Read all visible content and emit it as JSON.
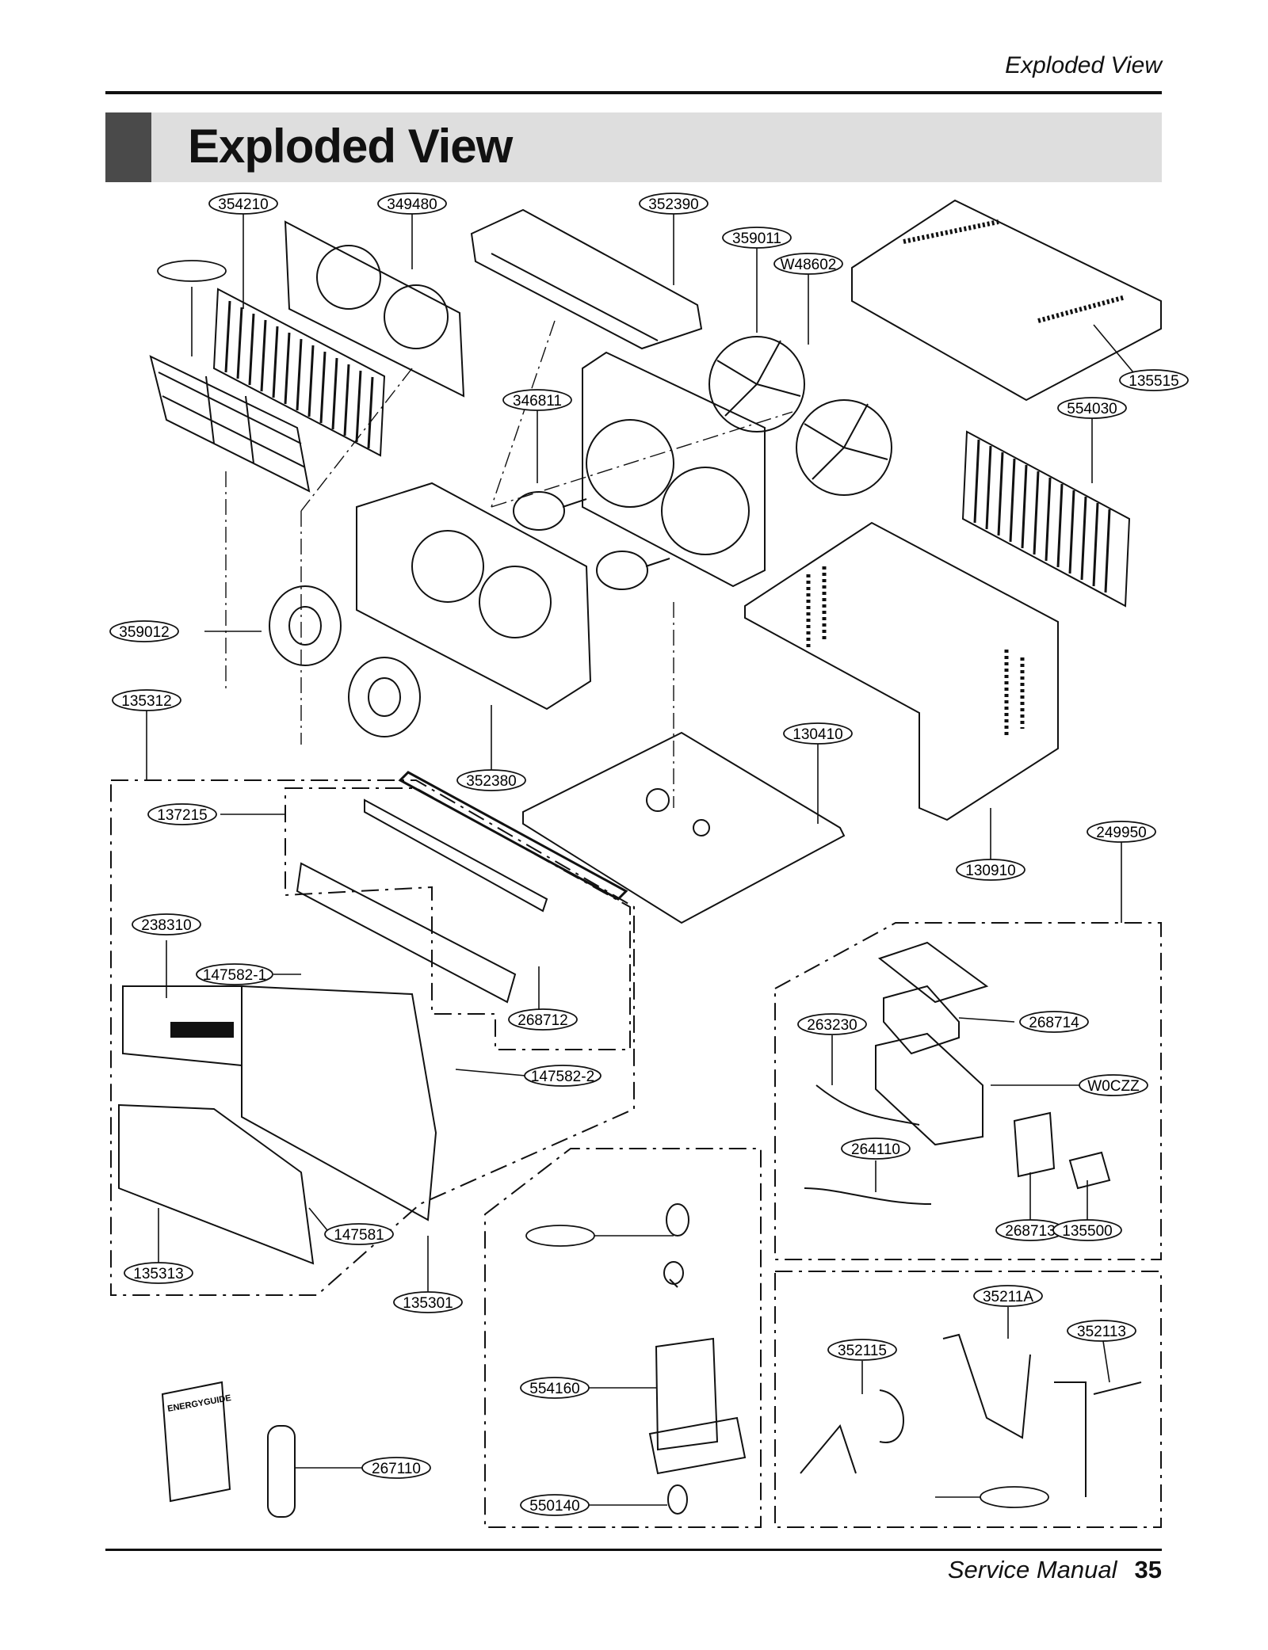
{
  "header": {
    "running_title": "Exploded View"
  },
  "page_title": "Exploded View",
  "part_labels": [
    {
      "id": "354210",
      "text": "354210"
    },
    {
      "id": "349480",
      "text": "349480"
    },
    {
      "id": "352390",
      "text": "352390"
    },
    {
      "id": "359011",
      "text": "359011"
    },
    {
      "id": "w48602",
      "text": "W48602"
    },
    {
      "id": "135515",
      "text": "135515"
    },
    {
      "id": "554030",
      "text": "554030"
    },
    {
      "id": "346811",
      "text": "346811"
    },
    {
      "id": "359012",
      "text": "359012"
    },
    {
      "id": "135312",
      "text": "135312"
    },
    {
      "id": "352380",
      "text": "352380"
    },
    {
      "id": "130410",
      "text": "130410"
    },
    {
      "id": "137215",
      "text": "137215"
    },
    {
      "id": "249950",
      "text": "249950"
    },
    {
      "id": "130910",
      "text": "130910"
    },
    {
      "id": "238310",
      "text": "238310"
    },
    {
      "id": "147582-1",
      "text": "147582-1"
    },
    {
      "id": "268712",
      "text": "268712"
    },
    {
      "id": "263230",
      "text": "263230"
    },
    {
      "id": "268714",
      "text": "268714"
    },
    {
      "id": "147582-2",
      "text": "147582-2"
    },
    {
      "id": "w0czz",
      "text": "W0CZZ"
    },
    {
      "id": "264110",
      "text": "264110"
    },
    {
      "id": "147581",
      "text": "147581"
    },
    {
      "id": "268713",
      "text": "268713"
    },
    {
      "id": "135500",
      "text": "135500"
    },
    {
      "id": "135313",
      "text": "135313"
    },
    {
      "id": "135301",
      "text": "135301"
    },
    {
      "id": "35211a",
      "text": "35211A"
    },
    {
      "id": "352113",
      "text": "352113"
    },
    {
      "id": "352115",
      "text": "352115"
    },
    {
      "id": "554160",
      "text": "554160"
    },
    {
      "id": "267110",
      "text": "267110"
    },
    {
      "id": "550140",
      "text": "550140"
    },
    {
      "id": "blank-filter",
      "text": ""
    },
    {
      "id": "blank-compressor-part",
      "text": ""
    },
    {
      "id": "blank-tube",
      "text": ""
    }
  ],
  "booklet": {
    "logo_text": "ENERGYGUIDE"
  },
  "footer": {
    "manual_label": "Service Manual",
    "page_number": "35"
  }
}
